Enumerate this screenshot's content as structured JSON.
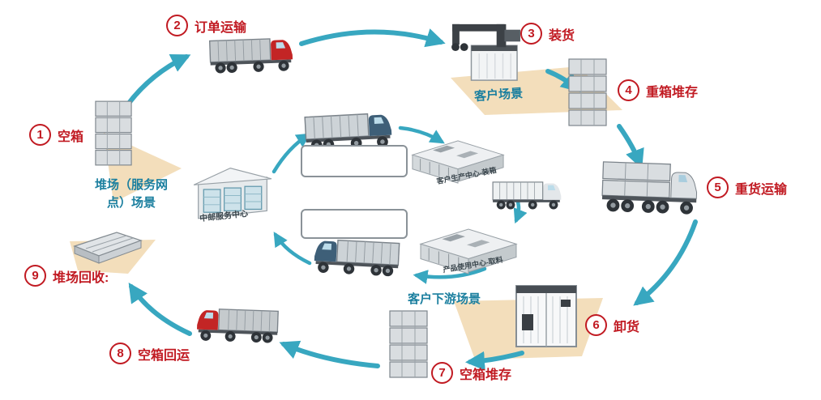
{
  "steps": [
    {
      "num": "1",
      "label": "空箱"
    },
    {
      "num": "2",
      "label": "订单运输"
    },
    {
      "num": "3",
      "label": "装货"
    },
    {
      "num": "4",
      "label": "重箱堆存"
    },
    {
      "num": "5",
      "label": "重货运输"
    },
    {
      "num": "6",
      "label": "卸货"
    },
    {
      "num": "7",
      "label": "空箱堆存"
    },
    {
      "num": "8",
      "label": "空箱回运"
    },
    {
      "num": "9",
      "label": "堆场回收:"
    }
  ],
  "scenes": {
    "customer": "客户场景",
    "yard": "堆场（服务网点）场景",
    "downstream": "客户下游场景"
  },
  "center": {
    "service_center": "中邮服务中心",
    "factory_top": "客户生产中心-装箱",
    "factory_bottom": "产品使用中心-取料"
  },
  "colors": {
    "step_red": "#c11a22",
    "arrow_teal": "#38a7c0",
    "scene_teal": "#1b7f9f",
    "beige": "#f3debb"
  }
}
